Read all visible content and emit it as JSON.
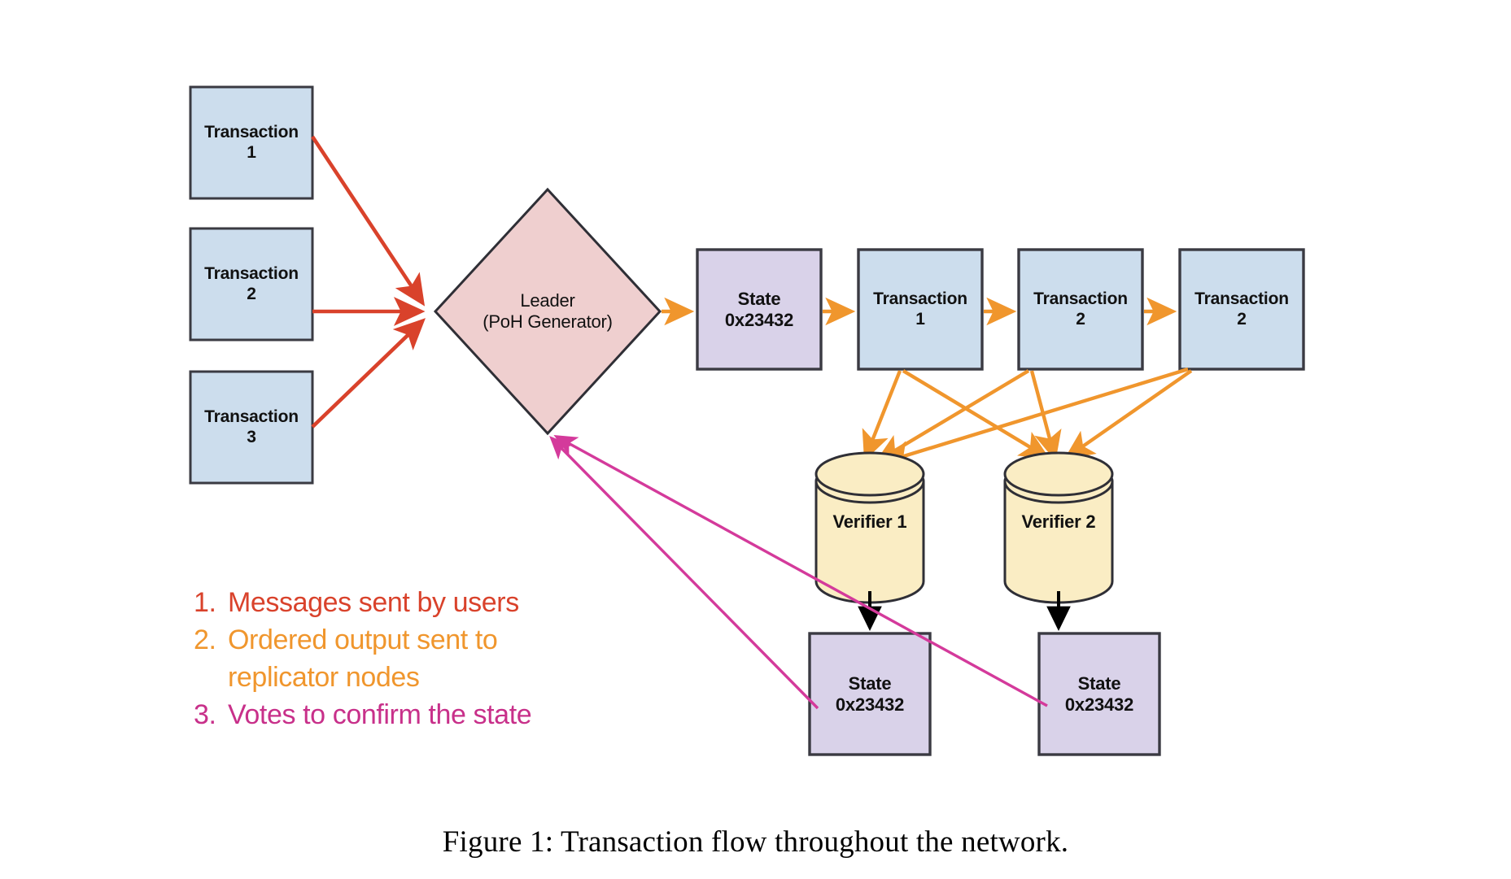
{
  "figure": {
    "caption": "Figure 1: Transaction flow throughout the network.",
    "title": "Transaction flow throughout the network"
  },
  "colors": {
    "transaction_fill": "#ccdded",
    "state_fill": "#d9d2e9",
    "leader_fill": "#efcfcf",
    "verifier_fill": "#faedc4",
    "node_stroke": "#3a3a42",
    "arrow_red": "#d9422b",
    "arrow_orange": "#f0962d",
    "arrow_magenta": "#d43a9b",
    "arrow_black": "#000000",
    "legend_red": "#d9422b",
    "legend_orange": "#f0962d",
    "legend_magenta": "#c8308a"
  },
  "incoming_transactions": [
    {
      "line1": "Transaction",
      "line2": "1"
    },
    {
      "line1": "Transaction",
      "line2": "2"
    },
    {
      "line1": "Transaction",
      "line2": "3"
    }
  ],
  "leader": {
    "line1": "Leader",
    "line2": "(PoH Generator)"
  },
  "ledger": [
    {
      "type": "state",
      "line1": "State",
      "line2": "0x23432"
    },
    {
      "type": "transaction",
      "line1": "Transaction",
      "line2": "1"
    },
    {
      "type": "transaction",
      "line1": "Transaction",
      "line2": "2"
    },
    {
      "type": "transaction",
      "line1": "Transaction",
      "line2": "2"
    }
  ],
  "verifiers": [
    {
      "label": "Verifier 1"
    },
    {
      "label": "Verifier 2"
    }
  ],
  "verifier_states": [
    {
      "line1": "State",
      "line2": "0x23432"
    },
    {
      "line1": "State",
      "line2": "0x23432"
    }
  ],
  "legend": [
    {
      "num": "1.",
      "text": "Messages sent by users",
      "color_key": "legend_red"
    },
    {
      "num": "2.",
      "text": "Ordered output sent to replicator nodes",
      "color_key": "legend_orange"
    },
    {
      "num": "3.",
      "text": "Votes to confirm the state",
      "color_key": "legend_magenta"
    }
  ],
  "legend_lines": {
    "l1_num": "1.",
    "l1_text": "Messages sent by users",
    "l2_num": "2.",
    "l2_text": "Ordered output sent to",
    "l2_text_cont": "replicator nodes",
    "l3_num": "3.",
    "l3_text": "Votes to confirm the state"
  }
}
